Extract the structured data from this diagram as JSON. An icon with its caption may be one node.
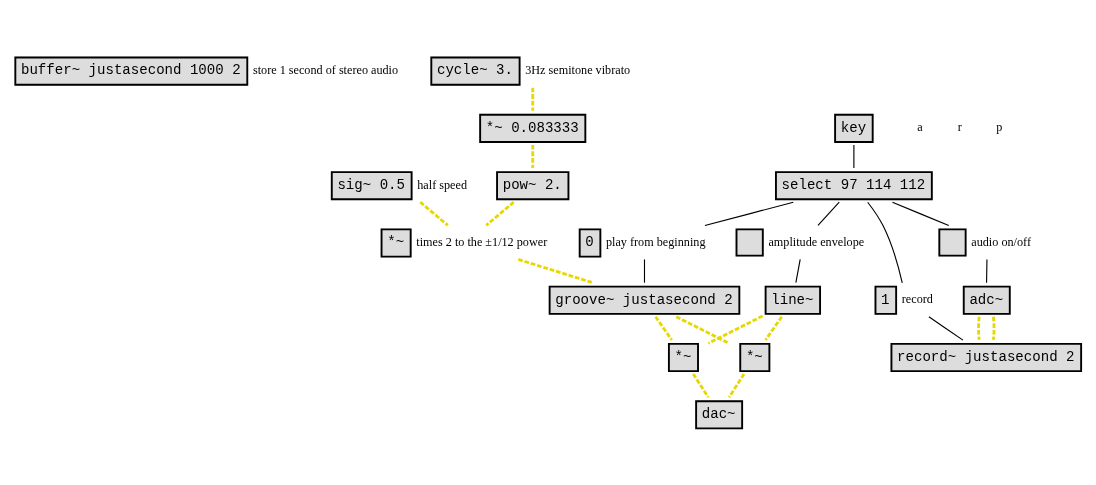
{
  "diagram": {
    "nodes": [
      {
        "text": [
          "buffer~ justasecond 1000 2"
        ],
        "beside": [
          "store 1 second of stereo audio"
        ]
      },
      {
        "text": [
          "key"
        ]
      },
      {
        "text": [
          "select 97 114 112"
        ]
      },
      {
        "text": [
          "cycle~ 3."
        ],
        "beside": [
          "3Hz semitone vibrato"
        ]
      },
      {
        "text": [
          "*~ 0.083333"
        ]
      },
      {
        "text": [
          "sig~ 0.5"
        ],
        "beside": [
          "half speed"
        ]
      },
      {
        "text": [
          "pow~ 2."
        ]
      },
      {
        "text": [],
        "shape": "box",
        "beside": [
          "amplitude envelope"
        ]
      },
      {
        "text": [],
        "shape": "box",
        "beside": [
          "audio on/off"
        ]
      },
      {
        "text": [
          "0"
        ],
        "beside": [
          "play from beginning"
        ]
      },
      {
        "text": [
          "*~"
        ],
        "beside": [
          "times 2 to the ±1/12 power"
        ]
      },
      {
        "text": [
          "1"
        ],
        "beside": [
          "record"
        ]
      },
      {
        "text": [
          "adc~"
        ]
      },
      {
        "text": [
          "groove~ justasecond 2"
        ]
      },
      {
        "text": [
          "line~"
        ]
      },
      {
        "text": [
          "record~ justasecond 2"
        ]
      },
      {
        "text": [
          "*~"
        ]
      },
      {
        "text": [
          "*~"
        ]
      },
      {
        "text": [
          "dac~"
        ]
      }
    ],
    "edges": [
      {
        "from": 1,
        "to": 2,
        "arrow": "none",
        "color": "#000000"
      },
      {
        "from": 2,
        "to": 8,
        "arrow": "none",
        "color": "#000000"
      },
      {
        "from": 2,
        "to": 11,
        "arrow": "none",
        "color": "#000000"
      },
      {
        "from": 2,
        "to": 9,
        "arrow": "none",
        "color": "#000000"
      },
      {
        "from": 2,
        "to": 7,
        "arrow": "none",
        "color": "#000000"
      },
      {
        "from": 8,
        "to": 12,
        "arrow": "none",
        "color": "#000000"
      },
      {
        "from": 11,
        "to": 15,
        "arrow": "none",
        "color": "#000000"
      },
      {
        "from": 12,
        "to": 15,
        "arrow": "none",
        "style": "dashed",
        "color": "#e6d800"
      },
      {
        "from": 12,
        "to": 15,
        "arrow": "none",
        "style": "dashed",
        "color": "#e6d800"
      },
      {
        "from": 3,
        "to": 4,
        "arrow": "none",
        "style": "dashed",
        "color": "#e6d800"
      },
      {
        "from": 4,
        "to": 6,
        "arrow": "none",
        "style": "dashed",
        "color": "#e6d800"
      },
      {
        "from": 5,
        "to": 10,
        "arrow": "none",
        "style": "dashed",
        "color": "#e6d800"
      },
      {
        "from": 6,
        "to": 10,
        "arrow": "none",
        "style": "dashed",
        "color": "#e6d800"
      },
      {
        "from": 10,
        "to": 13,
        "arrow": "none",
        "style": "dashed",
        "color": "#e6d800"
      },
      {
        "from": 9,
        "to": 13,
        "arrow": "none",
        "color": "#000000"
      },
      {
        "from": 13,
        "to": 16,
        "arrow": "none",
        "style": "dashed",
        "color": "#e6d800"
      },
      {
        "from": 13,
        "to": 17,
        "arrow": "none",
        "style": "dashed",
        "color": "#e6d800"
      },
      {
        "from": 14,
        "to": 16,
        "arrow": "none",
        "style": "dashed",
        "color": "#e6d800"
      },
      {
        "from": 14,
        "to": 17,
        "arrow": "none",
        "style": "dashed",
        "color": "#e6d800"
      },
      {
        "from": 7,
        "to": 14,
        "arrow": "none",
        "color": "#000000"
      },
      {
        "from": 16,
        "to": 18,
        "arrow": "none",
        "style": "dashed",
        "color": "#e6d800"
      },
      {
        "from": 17,
        "to": 18,
        "arrow": "none",
        "style": "dashed",
        "color": "#e6d800"
      }
    ],
    "labels": [
      "a",
      "r",
      "p"
    ]
  }
}
